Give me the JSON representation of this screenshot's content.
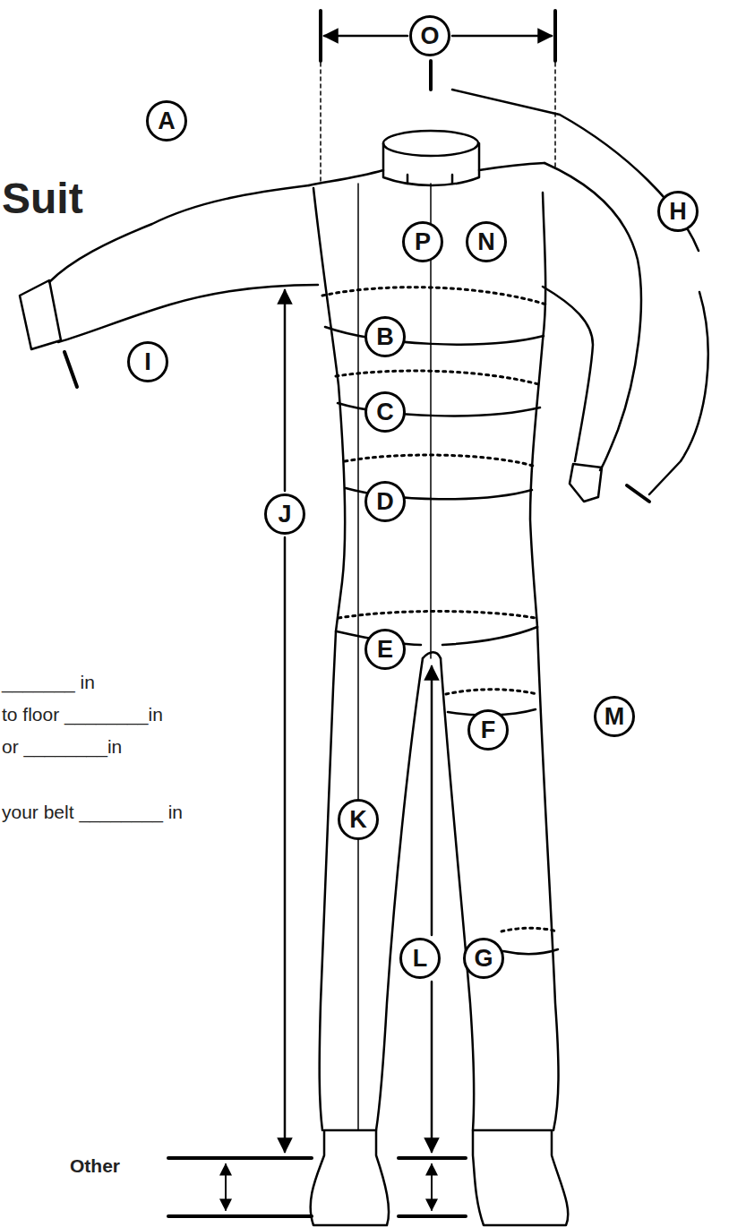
{
  "diagram": {
    "title": "Suit",
    "nodes": [
      {
        "text": [
          "O"
        ]
      },
      {
        "text": [
          "A"
        ]
      },
      {
        "text": [
          "H"
        ]
      },
      {
        "text": [
          "P"
        ]
      },
      {
        "text": [
          "N"
        ]
      },
      {
        "text": [
          "B"
        ]
      },
      {
        "text": [
          "I"
        ]
      },
      {
        "text": [
          "C"
        ]
      },
      {
        "text": [
          "D"
        ]
      },
      {
        "text": [
          "J"
        ]
      },
      {
        "text": [
          "E"
        ]
      },
      {
        "text": [
          "M"
        ]
      },
      {
        "text": [
          "F"
        ]
      },
      {
        "text": [
          "K"
        ]
      },
      {
        "text": [
          "L"
        ]
      },
      {
        "text": [
          "G"
        ]
      }
    ],
    "labels": [
      "_______ in",
      "to floor ________in",
      "or ________in",
      "your belt ________ in",
      "Other"
    ]
  }
}
